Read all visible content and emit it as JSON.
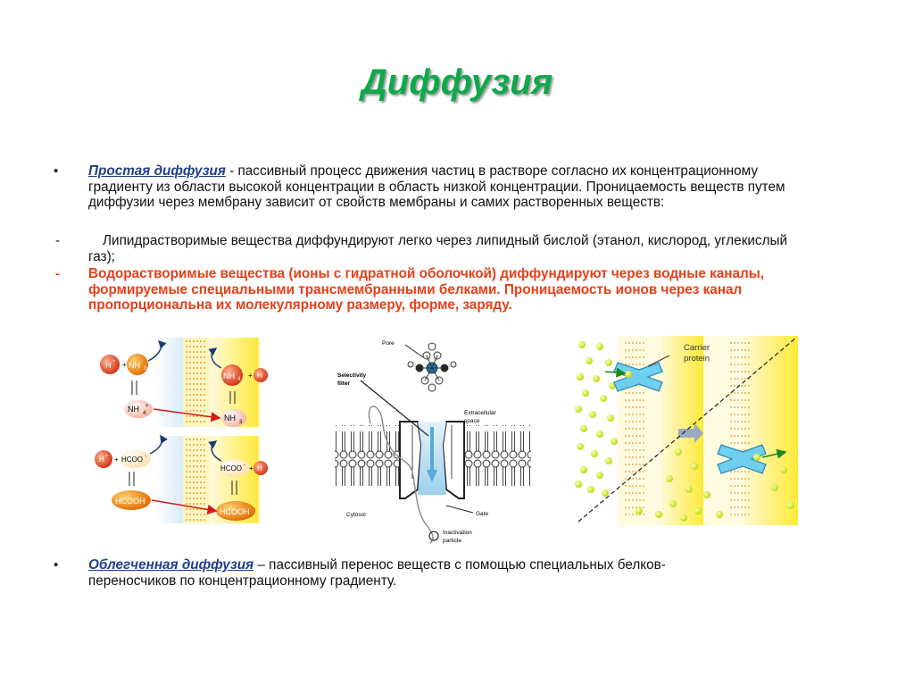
{
  "title": "Диффузия",
  "bullet_char": "•",
  "p1": {
    "term": "Простая диффузия",
    "text": " - пассивный процесс движения частиц в растворе согласно их концентрационному градиенту из области высокой концентрации в область низкой концентрации. Проницаемость веществ путем диффузии через мембрану зависит от свойств мембраны и самих растворенных веществ:"
  },
  "p2": {
    "marker": "-",
    "text": "Липидрастворимые вещества диффундируют легко через липидный бислой (этанол, кислород, углекислый газ);"
  },
  "p3": {
    "marker": "-",
    "text": "Водорастворимые вещества (ионы с гидратной оболочкой) диффундируют через водные каналы, формируемые специальными трансмембранными белками. Проницаемость ионов через канал пропорциональна их молекулярному размеру, форме, заряду."
  },
  "p4": {
    "term": "Облегченная диффузия",
    "text": " – пассивный перенос веществ с помощью специальных белков-переносчиков по концентрационному градиенту."
  },
  "fig1": {
    "h": "H",
    "plus": "+",
    "sup_plus": "+",
    "sup_minus": "-",
    "nh3": "NH",
    "nh": "NH",
    "sub3": "3",
    "sub4": "4",
    "hcoo": "HCOO",
    "hcooh": "HCOOH"
  },
  "fig2": {
    "pore": "Pore",
    "selectivity": "Selectivity",
    "filter": "filter",
    "extracellular": "Extracellular",
    "space": "space",
    "cytosol": "Cytosol",
    "gate": "Gate",
    "inactivation": "Inactivation",
    "particle": "particle"
  },
  "fig3": {
    "carrier": "Carrier",
    "protein": "protein"
  }
}
